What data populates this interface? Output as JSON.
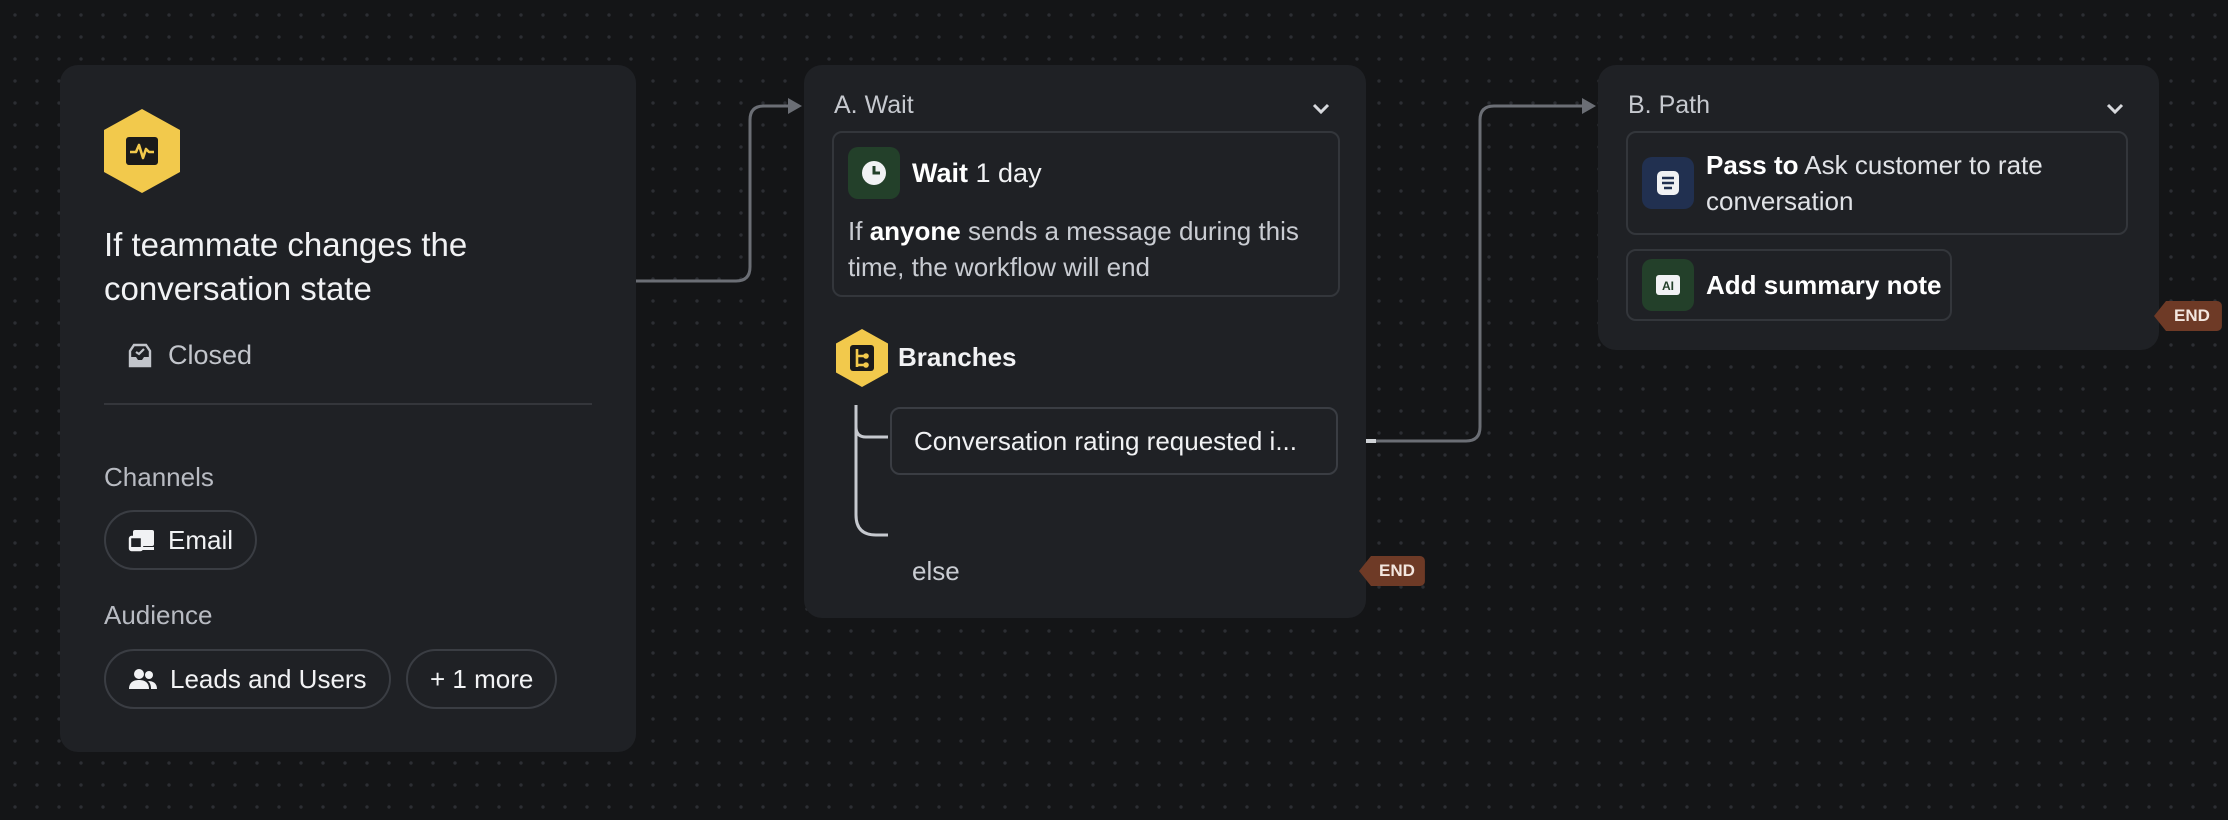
{
  "trigger": {
    "title": "If teammate changes the conversation state",
    "state": "Closed",
    "channels_label": "Channels",
    "channel": "Email",
    "audience_label": "Audience",
    "audience": "Leads and Users",
    "audience_more": "+ 1 more"
  },
  "wait_step": {
    "header": "A. Wait",
    "wait_label": "Wait",
    "wait_duration": "1 day",
    "desc_prefix": "If",
    "desc_emphasis": "anyone",
    "desc_line1_rest": "sends a message during this",
    "desc_line2": "time, the workflow will end",
    "branches_label": "Branches",
    "branch_condition": "Conversation rating requested i...",
    "else_label": "else",
    "end_label": "END"
  },
  "path_step": {
    "header": "B. Path",
    "pass_label": "Pass to",
    "pass_target_line1": "Ask customer to rate",
    "pass_target_line2": "conversation",
    "note_label": "Add summary note",
    "end_label": "END"
  },
  "colors": {
    "accent_yellow": "#f2c94c",
    "end_tag": "#6e3a26",
    "card_bg": "#1f2125",
    "canvas_bg": "#141517"
  },
  "icons": {
    "trigger": "activity-pulse-icon",
    "state": "inbox-closed-icon",
    "channel": "email-icon",
    "audience": "users-icon",
    "wait": "clock-icon",
    "branches": "branch-icon",
    "pass": "database-icon",
    "note": "ai-icon"
  }
}
